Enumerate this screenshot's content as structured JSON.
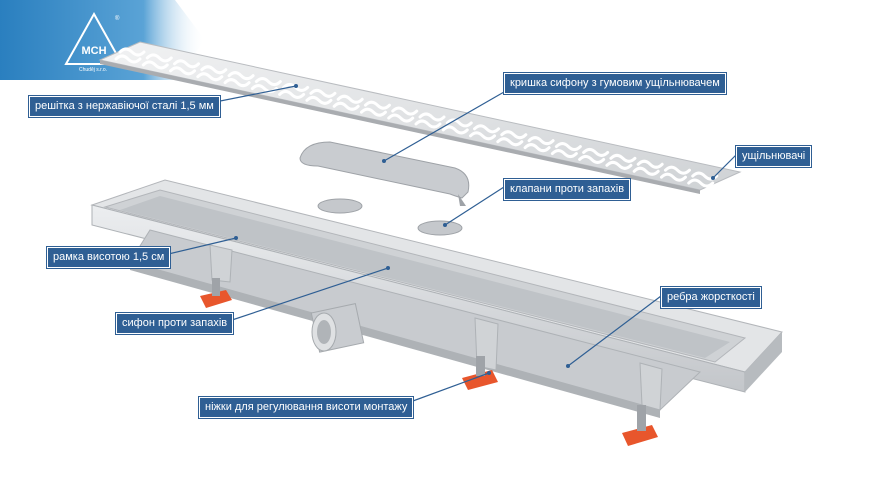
{
  "colors": {
    "callout_bg": "#2f5f94",
    "leader_line": "#2f5f94",
    "logo_bg": "#2e86c1",
    "channel_body": "#d4d6d9",
    "grate_steel": "#dfe1e3",
    "feet": "#e8562c"
  },
  "logo": {
    "caption": "Chuděj s.r.o.",
    "mark": "MCH",
    "registered_symbol": "®"
  },
  "callouts": [
    {
      "id": "grate",
      "text": "решітка з нержавіючої сталі 1,5 мм"
    },
    {
      "id": "siphon_cover",
      "text": "кришка сифону з гумовим ущільнювачем"
    },
    {
      "id": "seals",
      "text": "ущільнювачі"
    },
    {
      "id": "valves",
      "text": "клапани проти запахів"
    },
    {
      "id": "frame",
      "text": "рамка висотою 1,5 см"
    },
    {
      "id": "ribs",
      "text": "ребра жорсткості"
    },
    {
      "id": "siphon",
      "text": "сифон проти запахів"
    },
    {
      "id": "legs",
      "text": "ніжки для регулювання висоти монтажу"
    }
  ]
}
